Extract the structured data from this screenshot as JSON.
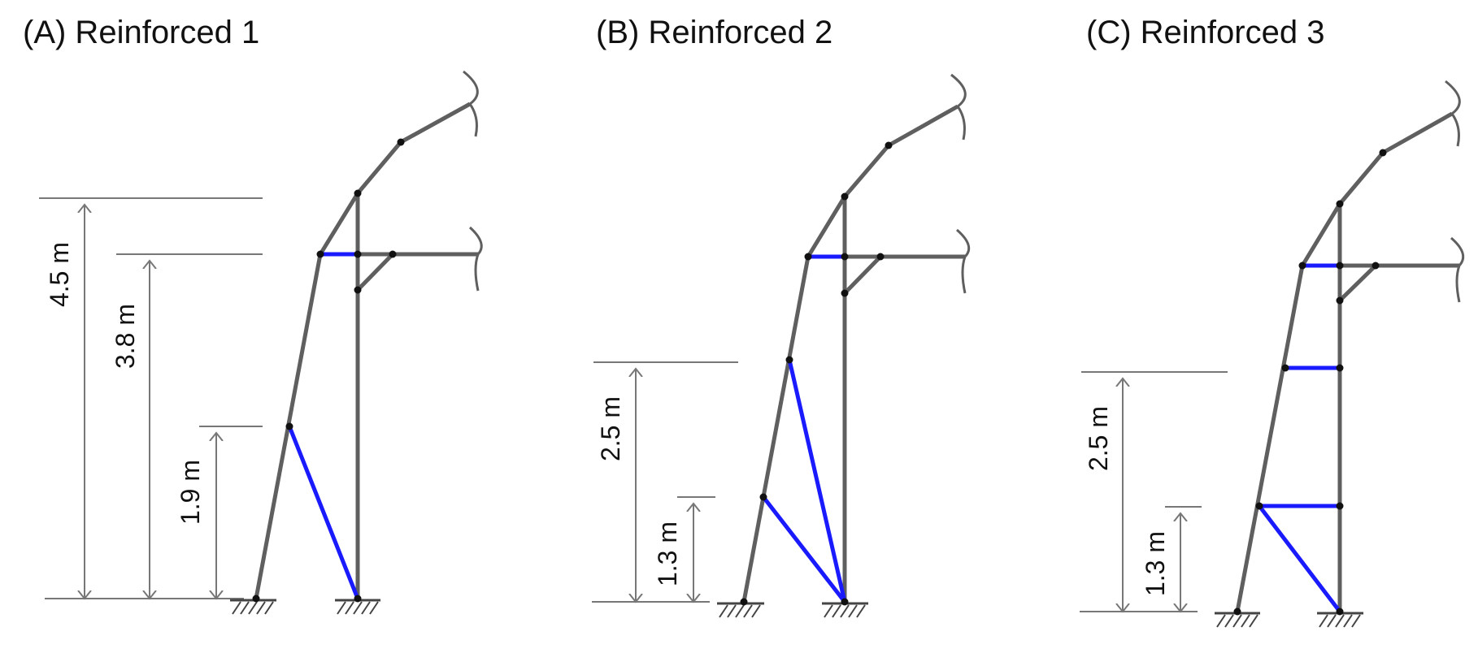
{
  "panels": [
    {
      "title": "(A) Reinforced 1",
      "dimensions": [
        "4.5 m",
        "3.8 m",
        "1.9 m"
      ]
    },
    {
      "title": "(B) Reinforced 2",
      "dimensions": [
        "2.5 m",
        "1.3 m"
      ]
    },
    {
      "title": "(C) Reinforced 3",
      "dimensions": [
        "2.5 m",
        "1.3 m"
      ]
    }
  ],
  "colors": {
    "frame": "#5f5f5f",
    "reinforcement": "#1a1aff",
    "dimension": "#777777",
    "node": "#111111"
  }
}
